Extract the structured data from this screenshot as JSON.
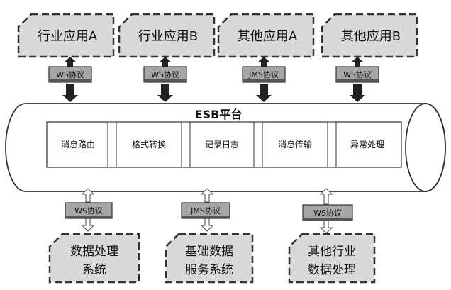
{
  "top_apps": [
    "行业应用A",
    "行业应用B",
    "其他应用A",
    "其他应用B"
  ],
  "top_protocols": [
    "WS协议",
    "WS协议",
    "JMS协议",
    "WS协议"
  ],
  "platform": {
    "title": "ESB平台",
    "modules": [
      "消息路由",
      "格式转换",
      "记录日志",
      "消息传输",
      "异常处理"
    ]
  },
  "bottom_protocols": [
    "WS协议",
    "JMS协议",
    "WS协议"
  ],
  "bottom_systems": [
    [
      "数据处理",
      "系统"
    ],
    [
      "基础数据",
      "服务系统"
    ],
    [
      "其他行业",
      "数据处理"
    ]
  ],
  "colors": {
    "box_fill": "#d9d9d9",
    "protocol_fill": "#a6a6a6",
    "stroke": "#333333",
    "connector": "#222222"
  }
}
